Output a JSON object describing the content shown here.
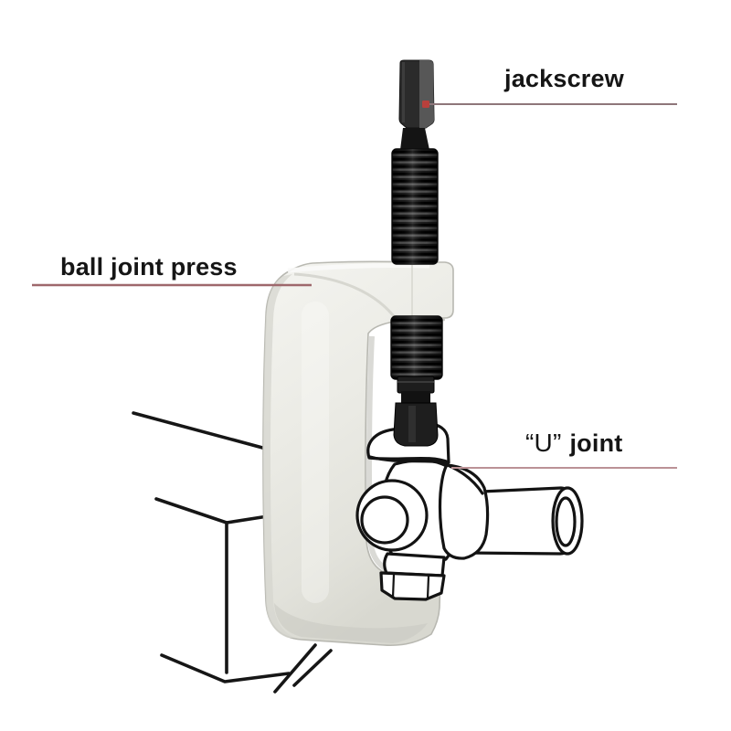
{
  "figure": {
    "type": "labeled-tool-diagram",
    "background_color": "#ffffff",
    "label_text_color": "#151515",
    "labels": {
      "jackscrew": {
        "text": "jackscrew"
      },
      "ball_joint_press": {
        "text": "ball joint press"
      },
      "u_joint": {
        "quoted_part": "“U”",
        "bold_part": "joint"
      }
    },
    "leader_lines": {
      "jackscrew_color": "#8e767a",
      "ball_joint_press_color": "#9e686c",
      "u_joint_color": "#bb9296",
      "anchor_dot_color": "#b8403c"
    },
    "illustration_colors": {
      "outline_black": "#131313",
      "screw_dark": "#1e1e1e",
      "tool_body_light": "#ededE8",
      "tool_body_shade": "#d6d6cf"
    }
  }
}
